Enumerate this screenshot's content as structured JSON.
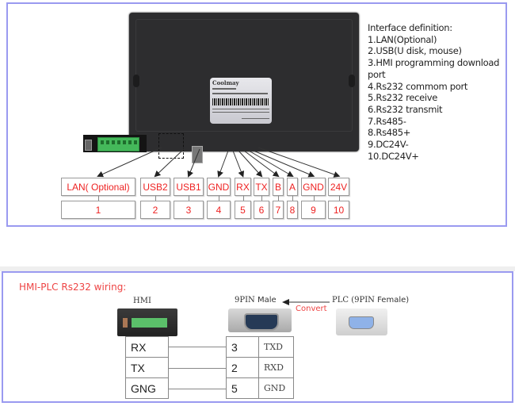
{
  "pinout_diagram": {
    "device": {
      "brand": "Coolmay"
    },
    "labels": [
      {
        "name": "LAN( Optional)",
        "number": "1"
      },
      {
        "name": "USB2",
        "number": "2"
      },
      {
        "name": "USB1",
        "number": "3"
      },
      {
        "name": "GND",
        "number": "4"
      },
      {
        "name": "RX",
        "number": "5"
      },
      {
        "name": "TX",
        "number": "6"
      },
      {
        "name": "B",
        "number": "7"
      },
      {
        "name": "A",
        "number": "8"
      },
      {
        "name": "GND",
        "number": "9"
      },
      {
        "name": "24V",
        "number": "10"
      }
    ],
    "interface_definition": {
      "title": "Interface definition:",
      "items": [
        "1.LAN(Optional)",
        "2.USB(U disk, mouse)",
        "3.HMI programming download",
        " port",
        "4.Rs232 commom port",
        "5.Rs232 receive",
        "6.Rs232 transmit",
        "7.Rs485-",
        "8.Rs485+",
        "9.DC24V-",
        "10.DC24V+"
      ]
    }
  },
  "wiring_diagram": {
    "title": "HMI-PLC Rs232 wiring:",
    "hmi_label": "HMI",
    "male_label_pin": "9PIN",
    "male_label_type": "Male",
    "convert_label": "Convert",
    "plc_label_main": "PLC (9PIN",
    "plc_label_type": "Female)",
    "hmi_pins": [
      "RX",
      "TX",
      "GNG"
    ],
    "plc_pins": [
      {
        "pin": "3",
        "signal": "TXD"
      },
      {
        "pin": "2",
        "signal": "RXD"
      },
      {
        "pin": "5",
        "signal": "GND"
      }
    ]
  },
  "colors": {
    "frame": "#9a9af0",
    "label_red": "#ee2222",
    "title_red": "#ee4444"
  }
}
